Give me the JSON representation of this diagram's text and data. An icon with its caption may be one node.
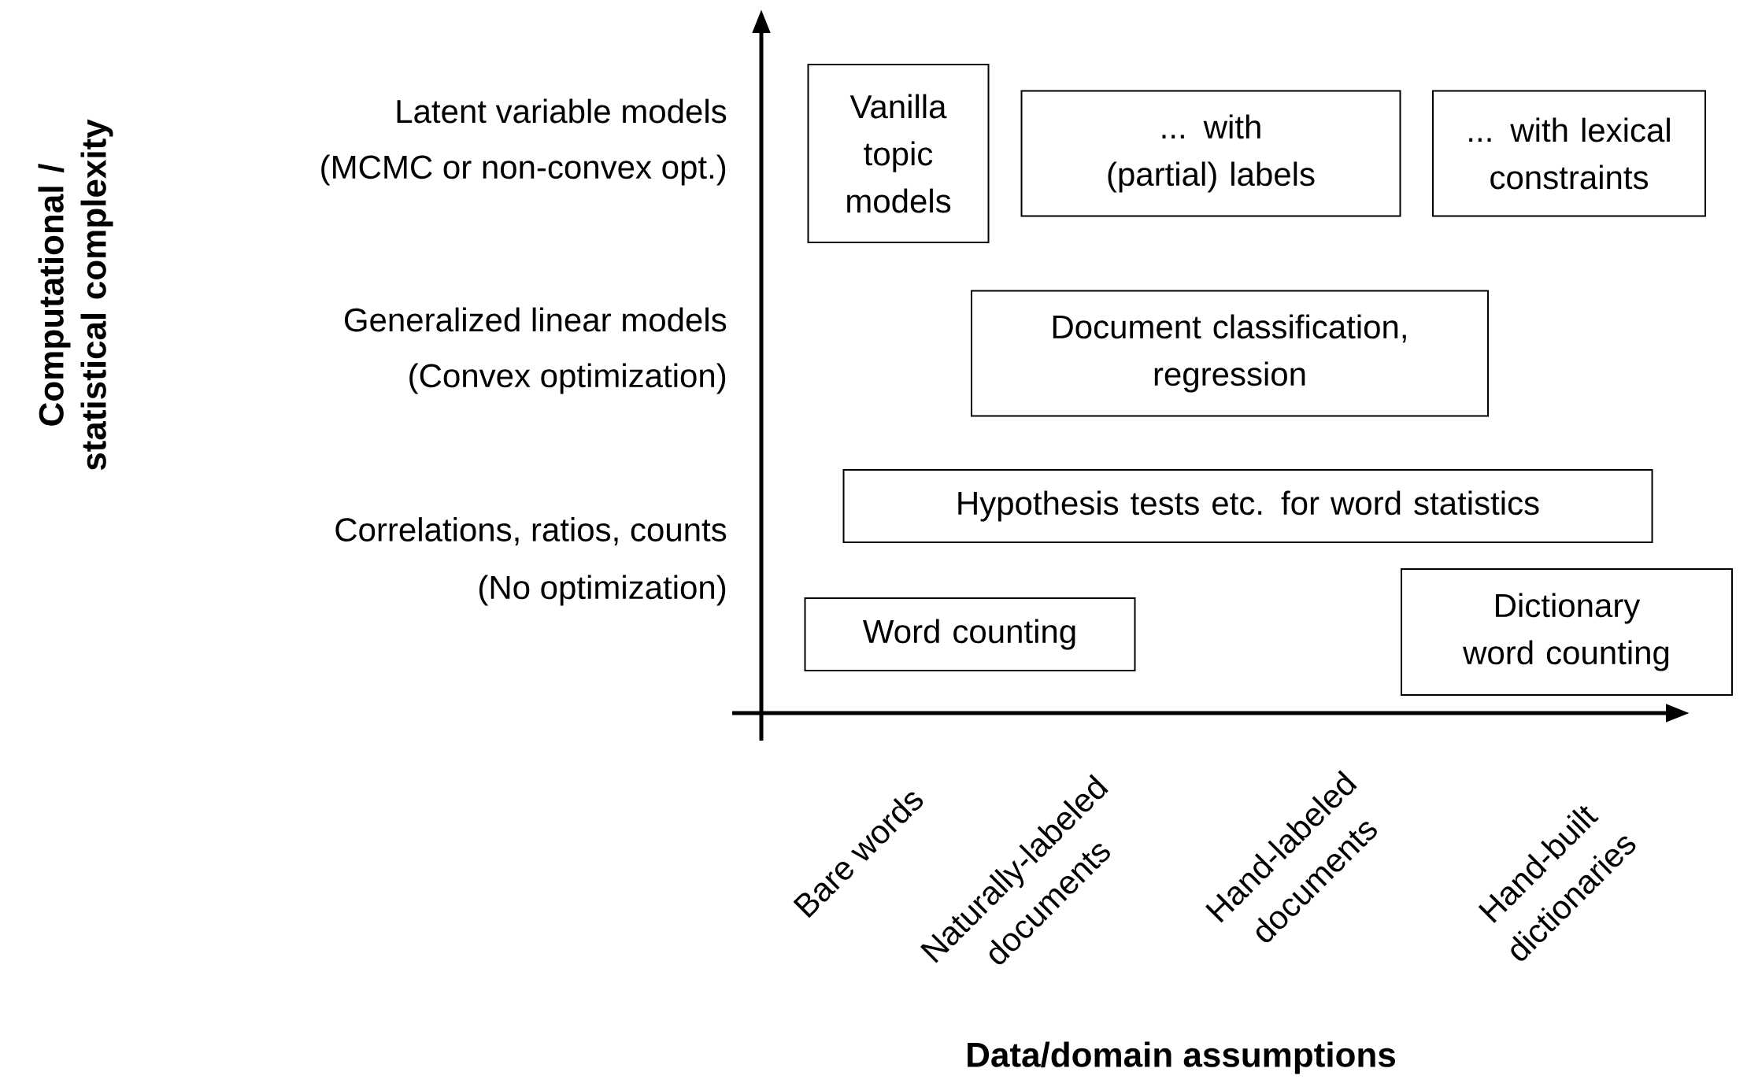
{
  "diagram": {
    "nodes": [
      {
        "text": [
          "Vanilla topic models"
        ]
      },
      {
        "text": [
          "... with (partial) labels"
        ]
      },
      {
        "text": [
          "... with lexical constraints"
        ]
      },
      {
        "text": [
          "Document classification, regression"
        ]
      },
      {
        "text": [
          "Hypothesis tests etc. for word statistics"
        ]
      },
      {
        "text": [
          "Word counting"
        ]
      },
      {
        "text": [
          "Dictionary word counting"
        ]
      }
    ],
    "labels": [
      "Computational / statistical complexity",
      "Latent variable models",
      "(MCMC or non-convex opt.)",
      "Generalized linear models",
      "(Convex optimization)",
      "Correlations, ratios, counts",
      "(No optimization)",
      "Bare words",
      "Naturally-labeled documents",
      "Hand-labeled documents",
      "Hand-built dictionaries",
      "Data/domain assumptions"
    ]
  }
}
